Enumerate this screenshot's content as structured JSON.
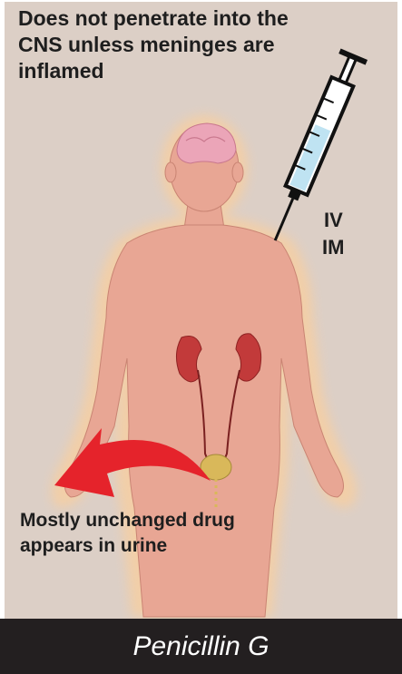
{
  "captions": {
    "cns": "Does not penetrate into the CNS unless meninges are inflamed",
    "route_iv": "IV",
    "route_im": "IM",
    "excretion": "Mostly unchanged drug appears in urine"
  },
  "footer": {
    "title": "Penicillin G"
  },
  "colors": {
    "background": "#dccfc6",
    "body": "#e7a796",
    "body_glow": "#f3c9a0",
    "kidney": "#c23a3a",
    "arrow": "#e5232b",
    "syringe_fluid": "#bfe3f2",
    "footer": "#231f20"
  }
}
